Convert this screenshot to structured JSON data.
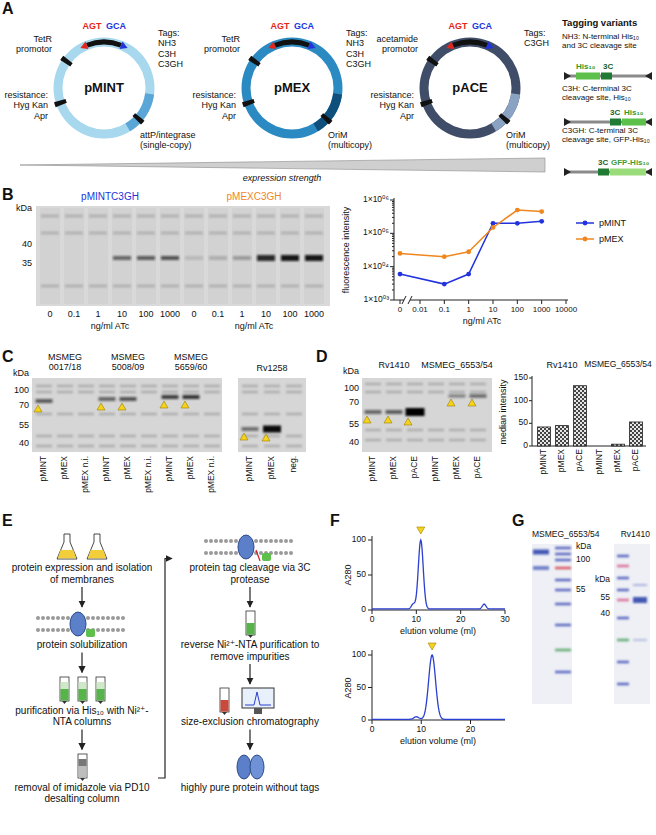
{
  "diagram": {
    "nodes": [
      {
        "text": [
          "pMINT"
        ]
      },
      {
        "text": [
          "pMEX"
        ]
      },
      {
        "text": [
          "pACE"
        ]
      },
      {
        "text": [
          "protein expression and isolation of membranes"
        ]
      },
      {
        "text": [
          "protein solubilization"
        ]
      },
      {
        "text": [
          "purification via His₁₀ with Ni²⁺-NTA columns"
        ]
      },
      {
        "text": [
          "removal of imidazole via PD10 desalting column"
        ]
      },
      {
        "text": [
          "protein tag cleavage via 3C protease"
        ]
      },
      {
        "text": [
          "reverse Ni²⁺-NTA purification to remove impurities"
        ]
      },
      {
        "text": [
          "size-exclusion chromatography"
        ]
      },
      {
        "text": [
          "highly pure protein without tags"
        ]
      }
    ],
    "edges": [
      {
        "from": 3,
        "to": 4,
        "arrow": "to"
      },
      {
        "from": 4,
        "to": 5,
        "arrow": "to"
      },
      {
        "from": 5,
        "to": 6,
        "arrow": "to"
      },
      {
        "from": 6,
        "to": 7,
        "arrow": "to"
      },
      {
        "from": 7,
        "to": 8,
        "arrow": "to"
      },
      {
        "from": 8,
        "to": 9,
        "arrow": "to"
      },
      {
        "from": 9,
        "to": 10,
        "arrow": "to"
      }
    ],
    "labels": [
      "A",
      "AGT",
      "GCA",
      "TetR promotor",
      "Tags: NH3 C3H C3GH",
      "resistance: Hyg Kan Apr",
      "attP/integrase (single-copy)",
      "AGT",
      "GCA",
      "TetR promotor",
      "Tags: NH3 C3H C3GH",
      "resistance: Hyg Kan Apr",
      "OriM (multicopy)",
      "AGT",
      "GCA",
      "acetamide promotor",
      "Tags: C3GH",
      "resistance: Hyg Kan Apr",
      "OriM (multicopy)",
      "Tagging variants",
      "NH3: N-terminal His₁₀ and 3C cleavage site",
      "His₁₀",
      "3C",
      "C3H: C-terminal 3C cleavage site, His₁₀",
      "3C",
      "His₁₀",
      "C3GH: C-terminal 3C cleavage site, GFP-His₁₀",
      "3C",
      "GFP-His₁₀",
      "expression strength",
      "B",
      "pMINTC3GH",
      "pMEXC3GH",
      "kDa",
      "40",
      "35",
      "0",
      "0.1",
      "1",
      "10",
      "100",
      "1000",
      "ng/ml ATc",
      "0",
      "0.1",
      "1",
      "10",
      "100",
      "1000",
      "ng/ml ATc",
      "1×10⁰⁶",
      "1×10⁰⁵",
      "1×10⁰⁴",
      "1×10⁰³",
      "fluorescence intensity",
      "0",
      "0.01",
      "0.1",
      "1",
      "10",
      "100",
      "1000",
      "10000",
      "ng/ml ATc",
      "C",
      "kDa",
      "100",
      "70",
      "55",
      "40",
      "MSMEG 0017/18",
      "MSMEG 5008/09",
      "MSMEG 5659/60",
      "Rv1258",
      "pMINT",
      "pMEX",
      "pMEX n.i.",
      "pMINT",
      "pMEX",
      "pMEX n.i.",
      "pMINT",
      "pMEX",
      "pMEX n.i.",
      "pMINT",
      "pMEX",
      "neg.",
      "D",
      "kDa",
      "100",
      "70",
      "55",
      "40",
      "Rv1410",
      "MSMEG_6553/54",
      "pMINT",
      "pMEX",
      "pACE",
      "pMINT",
      "pMEX",
      "pACE",
      "150",
      "100",
      "50",
      "0",
      "median intensity",
      "pMINT",
      "pMEX",
      "pACE",
      "pMINT",
      "pMEX",
      "pACE",
      "Rv1410",
      "MSMEG_6553/54",
      "E",
      "F",
      "A280",
      "100",
      "50",
      "0",
      "0",
      "10",
      "20",
      "30",
      "elution volume (ml)",
      "A280",
      "100",
      "50",
      "0",
      "0",
      "10",
      "20",
      "elution volume (ml)",
      "G",
      "MSMEG_6553/54",
      "kDa",
      "100",
      "55",
      "Rv1410",
      "kDa",
      "55",
      "40"
    ],
    "legend": [
      {
        "text": "pMINT"
      },
      {
        "text": "pMEX"
      }
    ]
  }
}
